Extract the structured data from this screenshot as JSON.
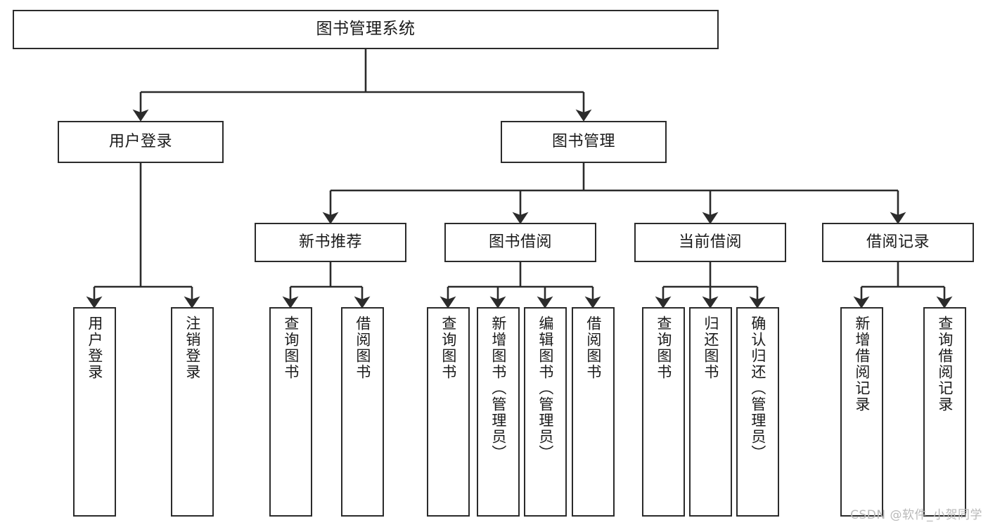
{
  "diagram": {
    "title": "图书管理系统",
    "type": "tree",
    "background_color": "#ffffff",
    "line_color": "#2b2b2b",
    "text_color": "#1a1a1a",
    "nodes": {
      "root": {
        "label": "图书管理系统"
      },
      "level2": [
        {
          "id": "user-login",
          "label": "用户登录"
        },
        {
          "id": "book-manage",
          "label": "图书管理"
        }
      ],
      "level3": [
        {
          "id": "new-book-rec",
          "label": "新书推荐"
        },
        {
          "id": "book-borrow",
          "label": "图书借阅"
        },
        {
          "id": "current-borrow",
          "label": "当前借阅"
        },
        {
          "id": "borrow-record",
          "label": "借阅记录"
        }
      ],
      "leaves": {
        "user-login": [
          {
            "id": "leaf-user-login",
            "label": "用户登录"
          },
          {
            "id": "leaf-user-logout",
            "label": "注销登录"
          }
        ],
        "new-book-rec": [
          {
            "id": "leaf-query-book-1",
            "label": "查询图书"
          },
          {
            "id": "leaf-borrow-book-1",
            "label": "借阅图书"
          }
        ],
        "book-borrow": [
          {
            "id": "leaf-query-book-2",
            "label": "查询图书"
          },
          {
            "id": "leaf-add-book",
            "label": "新增图书（管理员）"
          },
          {
            "id": "leaf-edit-book",
            "label": "编辑图书（管理员）"
          },
          {
            "id": "leaf-borrow-book-2",
            "label": "借阅图书"
          }
        ],
        "current-borrow": [
          {
            "id": "leaf-query-book-3",
            "label": "查询图书"
          },
          {
            "id": "leaf-return-book",
            "label": "归还图书"
          },
          {
            "id": "leaf-confirm-return",
            "label": "确认归还（管理员）"
          }
        ],
        "borrow-record": [
          {
            "id": "leaf-add-record",
            "label": "新增借阅记录"
          },
          {
            "id": "leaf-query-record",
            "label": "查询借阅记录"
          }
        ]
      }
    },
    "watermark": "CSDN @软件_小贺同学"
  }
}
